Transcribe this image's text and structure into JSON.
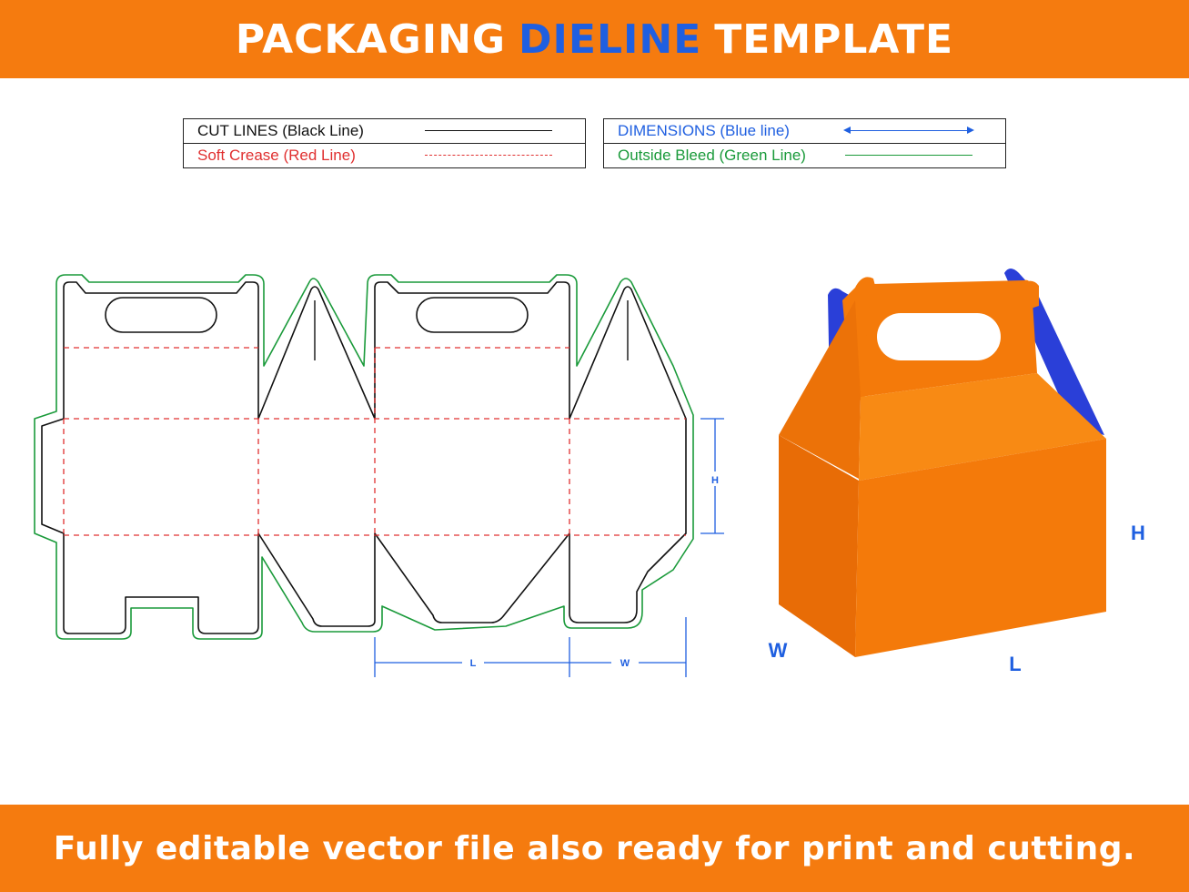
{
  "header": {
    "title_part1": "PACKAGING",
    "title_accent": "DIELINE",
    "title_part2": "TEMPLATE"
  },
  "legend": {
    "cut": "CUT LINES (Black Line)",
    "crease": "Soft Crease (Red Line)",
    "dimensions": "DIMENSIONS (Blue line)",
    "bleed": "Outside Bleed (Green Line)"
  },
  "dieline": {
    "height_label": "H",
    "length_label": "L",
    "width_label": "W"
  },
  "box_3d": {
    "height_label": "H",
    "length_label": "L",
    "width_label": "W"
  },
  "footer": {
    "text": "Fully editable vector file also ready for print and cutting."
  },
  "colors": {
    "banner": "#f57b0f",
    "accent_blue": "#1f5fe0",
    "cut_black": "#111111",
    "crease_red": "#e03030",
    "bleed_green": "#1a9a3a",
    "box_orange_front": "#f47a0a",
    "box_orange_top": "#f88a14",
    "box_orange_side": "#e86c06",
    "box_flap_blue": "#2a3fd8"
  }
}
